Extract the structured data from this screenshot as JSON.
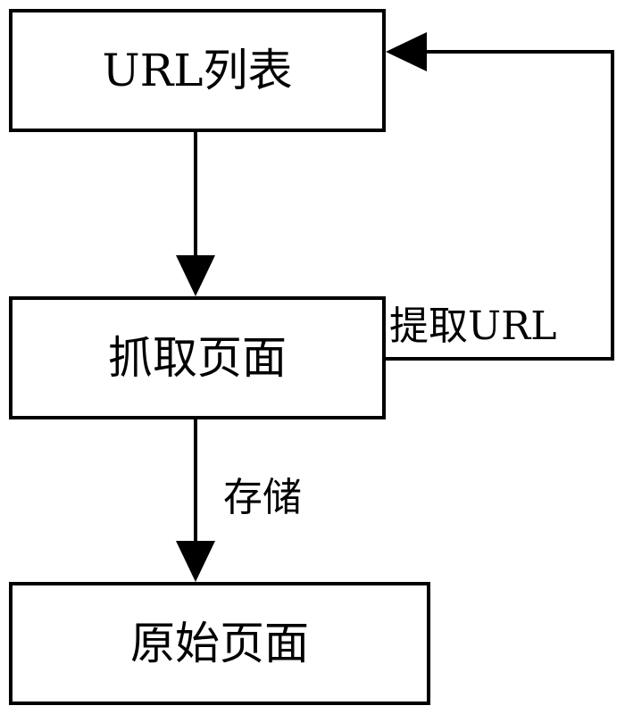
{
  "nodes": {
    "url_list": "URL列表",
    "fetch_page": "抓取页面",
    "raw_page": "原始页面"
  },
  "edges": {
    "extract_url": "提取URL",
    "store": "存储"
  },
  "colors": {
    "stroke": "#000000",
    "background": "#ffffff"
  }
}
